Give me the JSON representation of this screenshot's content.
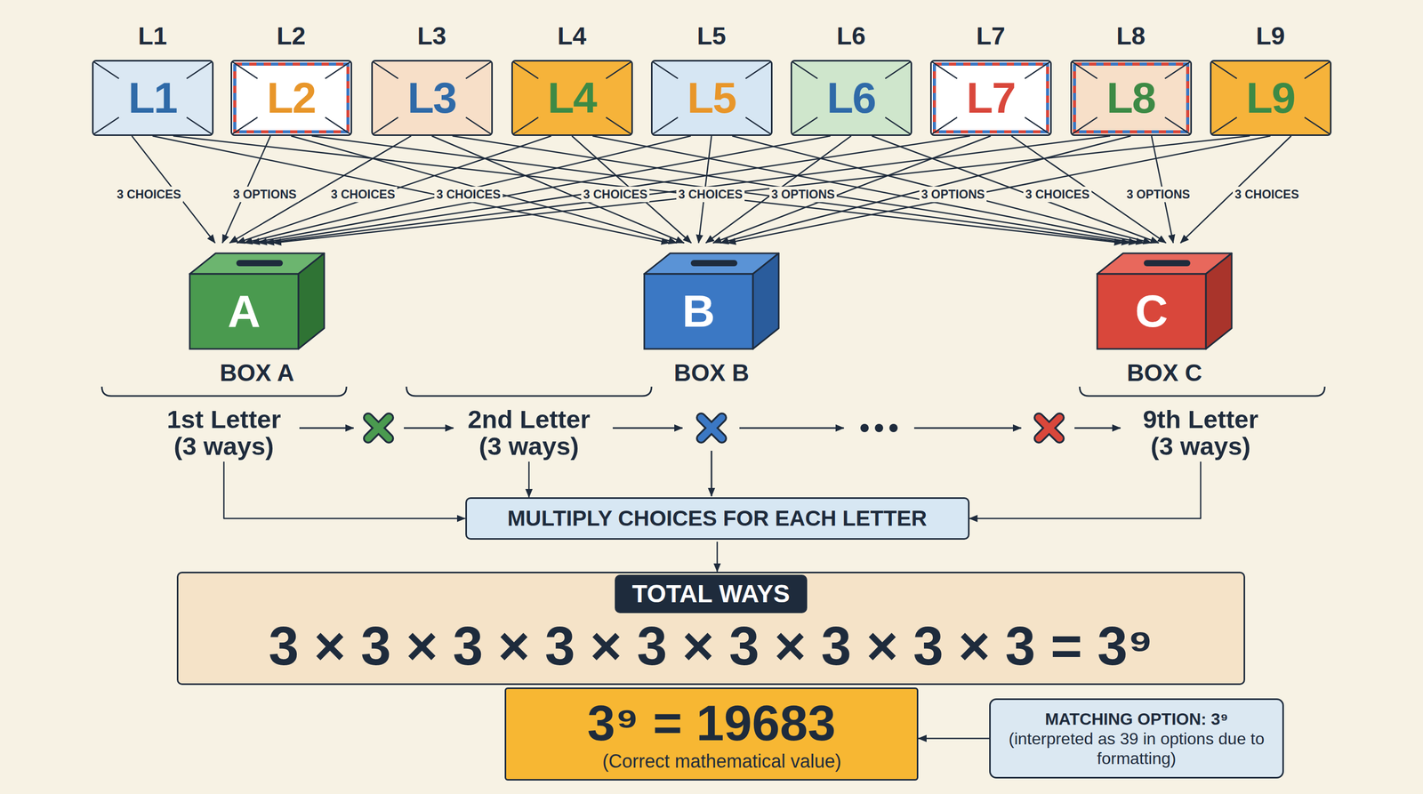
{
  "diagram": {
    "nodes": [
      {
        "text": [
          "L1",
          "L1"
        ]
      },
      {
        "text": [
          "L2",
          "L2"
        ]
      },
      {
        "text": [
          "L3",
          "L3"
        ]
      },
      {
        "text": [
          "L4",
          "L4"
        ]
      },
      {
        "text": [
          "L5",
          "L5"
        ]
      },
      {
        "text": [
          "L6",
          "L6"
        ]
      },
      {
        "text": [
          "L7",
          "L7"
        ]
      },
      {
        "text": [
          "L8",
          "L8"
        ]
      },
      {
        "text": [
          "L9",
          "L9"
        ]
      },
      {
        "text": [
          "A",
          "BOX A"
        ]
      },
      {
        "text": [
          "B",
          "BOX B"
        ]
      },
      {
        "text": [
          "C",
          "BOX C"
        ]
      },
      {
        "text": [
          "1st Letter (3 ways)"
        ]
      },
      {
        "text": [
          "2nd Letter (3 ways)"
        ]
      },
      {
        "text": [
          "9th Letter (3 ways)"
        ]
      },
      {
        "text": [
          "MULTIPLY CHOICES FOR EACH LETTER"
        ]
      },
      {
        "text": [
          "TOTAL WAYS",
          "3 × 3 × 3 × 3 × 3 × 3 × 3 × 3 × 3 = 3⁹"
        ]
      },
      {
        "text": [
          "3⁹ = 19683",
          "(Correct mathematical value)"
        ]
      },
      {
        "text": [
          "MATCHING OPTION: 3⁹",
          "(interpreted as 39 in options due to formatting)"
        ]
      }
    ],
    "edges": [
      {
        "from": 0,
        "to": 9,
        "arrow": "to"
      },
      {
        "from": 0,
        "to": 10,
        "arrow": "to"
      },
      {
        "from": 0,
        "to": 11,
        "arrow": "to"
      },
      {
        "from": 1,
        "to": 9,
        "arrow": "to"
      },
      {
        "from": 1,
        "to": 10,
        "arrow": "to"
      },
      {
        "from": 1,
        "to": 11,
        "arrow": "to"
      },
      {
        "from": 2,
        "to": 9,
        "arrow": "to"
      },
      {
        "from": 2,
        "to": 10,
        "arrow": "to"
      },
      {
        "from": 2,
        "to": 11,
        "arrow": "to"
      },
      {
        "from": 3,
        "to": 9,
        "arrow": "to"
      },
      {
        "from": 3,
        "to": 10,
        "arrow": "to"
      },
      {
        "from": 3,
        "to": 11,
        "arrow": "to"
      },
      {
        "from": 4,
        "to": 9,
        "arrow": "to"
      },
      {
        "from": 4,
        "to": 10,
        "arrow": "to"
      },
      {
        "from": 4,
        "to": 11,
        "arrow": "to"
      },
      {
        "from": 5,
        "to": 9,
        "arrow": "to"
      },
      {
        "from": 5,
        "to": 10,
        "arrow": "to"
      },
      {
        "from": 5,
        "to": 11,
        "arrow": "to"
      },
      {
        "from": 6,
        "to": 9,
        "arrow": "to"
      },
      {
        "from": 6,
        "to": 10,
        "arrow": "to"
      },
      {
        "from": 6,
        "to": 11,
        "arrow": "to"
      },
      {
        "from": 7,
        "to": 9,
        "arrow": "to"
      },
      {
        "from": 7,
        "to": 10,
        "arrow": "to"
      },
      {
        "from": 7,
        "to": 11,
        "arrow": "to"
      },
      {
        "from": 8,
        "to": 9,
        "arrow": "to"
      },
      {
        "from": 8,
        "to": 10,
        "arrow": "to"
      },
      {
        "from": 8,
        "to": 11,
        "arrow": "to"
      },
      {
        "from": 12,
        "to": 15,
        "arrow": "to"
      },
      {
        "from": 13,
        "to": 15,
        "arrow": "to"
      },
      {
        "from": 14,
        "to": 15,
        "arrow": "to"
      },
      {
        "from": 15,
        "to": 16,
        "arrow": "to"
      },
      {
        "from": 18,
        "to": 17,
        "arrow": "to"
      }
    ],
    "labels": [
      "3 CHOICES",
      "3 OPTIONS",
      "3 CHOICES",
      "3 CHOICES",
      "3 CHOICES",
      "3 CHOICES",
      "3 OPTIONS",
      "3 OPTIONS",
      "3 CHOICES",
      "3 OPTIONS",
      "3 CHOICES"
    ]
  }
}
